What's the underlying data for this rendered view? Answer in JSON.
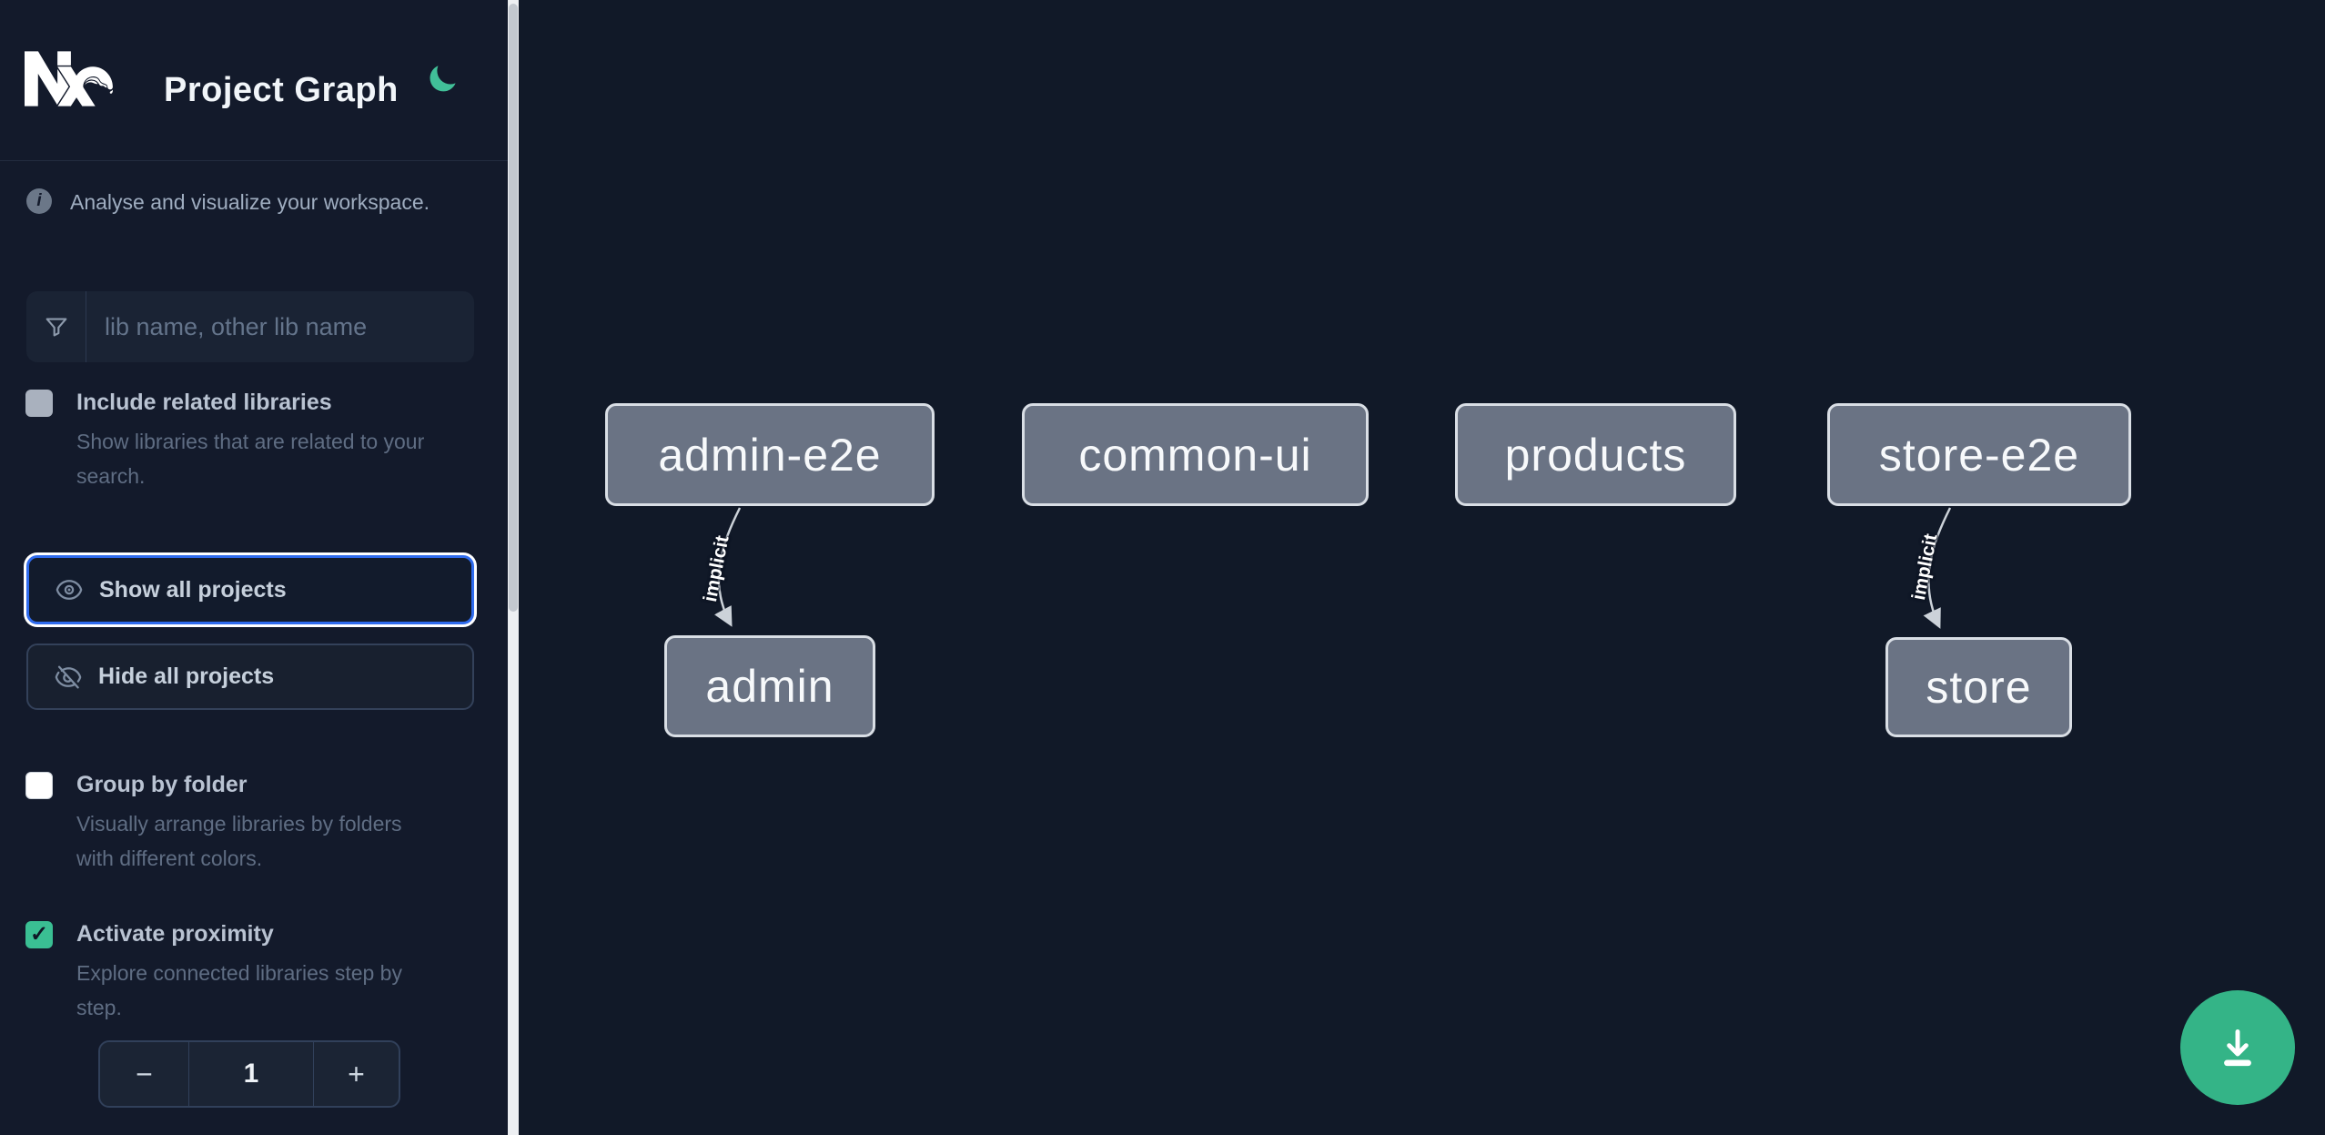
{
  "header": {
    "app_title": "Project Graph"
  },
  "sidebar": {
    "tagline": "Analyse and visualize your workspace.",
    "search": {
      "placeholder": "lib name, other lib name",
      "value": ""
    },
    "options": {
      "include_related": {
        "label": "Include related libraries",
        "desc": "Show libraries that are related to your search.",
        "checked": false
      },
      "group_by_folder": {
        "label": "Group by folder",
        "desc": "Visually arrange libraries by folders with different colors.",
        "checked": false
      },
      "proximity": {
        "label": "Activate proximity",
        "desc": "Explore connected libraries step by step.",
        "checked": true,
        "check_glyph": "✓"
      }
    },
    "buttons": {
      "show_all": "Show all projects",
      "hide_all": "Hide all projects"
    },
    "stepper": {
      "decrement": "−",
      "value": "1",
      "increment": "+"
    }
  },
  "graph": {
    "nodes": [
      {
        "label": "admin-e2e"
      },
      {
        "label": "common-ui"
      },
      {
        "label": "products"
      },
      {
        "label": "store-e2e"
      },
      {
        "label": "admin"
      },
      {
        "label": "store"
      }
    ],
    "edges": [
      {
        "from": "admin-e2e",
        "to": "admin",
        "label": "implicit"
      },
      {
        "from": "store-e2e",
        "to": "store",
        "label": "implicit"
      }
    ]
  },
  "icons": {
    "logo": "nx-logo",
    "theme": "moon-icon",
    "info": "i",
    "search": "funnel-icon",
    "show": "eye-icon",
    "hide": "eye-slash-icon",
    "fab": "download-icon"
  },
  "colors": {
    "accent_green": "#3abf93",
    "fab_green": "#34b487",
    "focus_blue": "#2f6bed",
    "node_fill": "#6a7384",
    "node_border": "#d9dee5",
    "edge": "#ccd2d9",
    "sidebar_bg": "#131a2b",
    "canvas_bg": "#111928"
  }
}
